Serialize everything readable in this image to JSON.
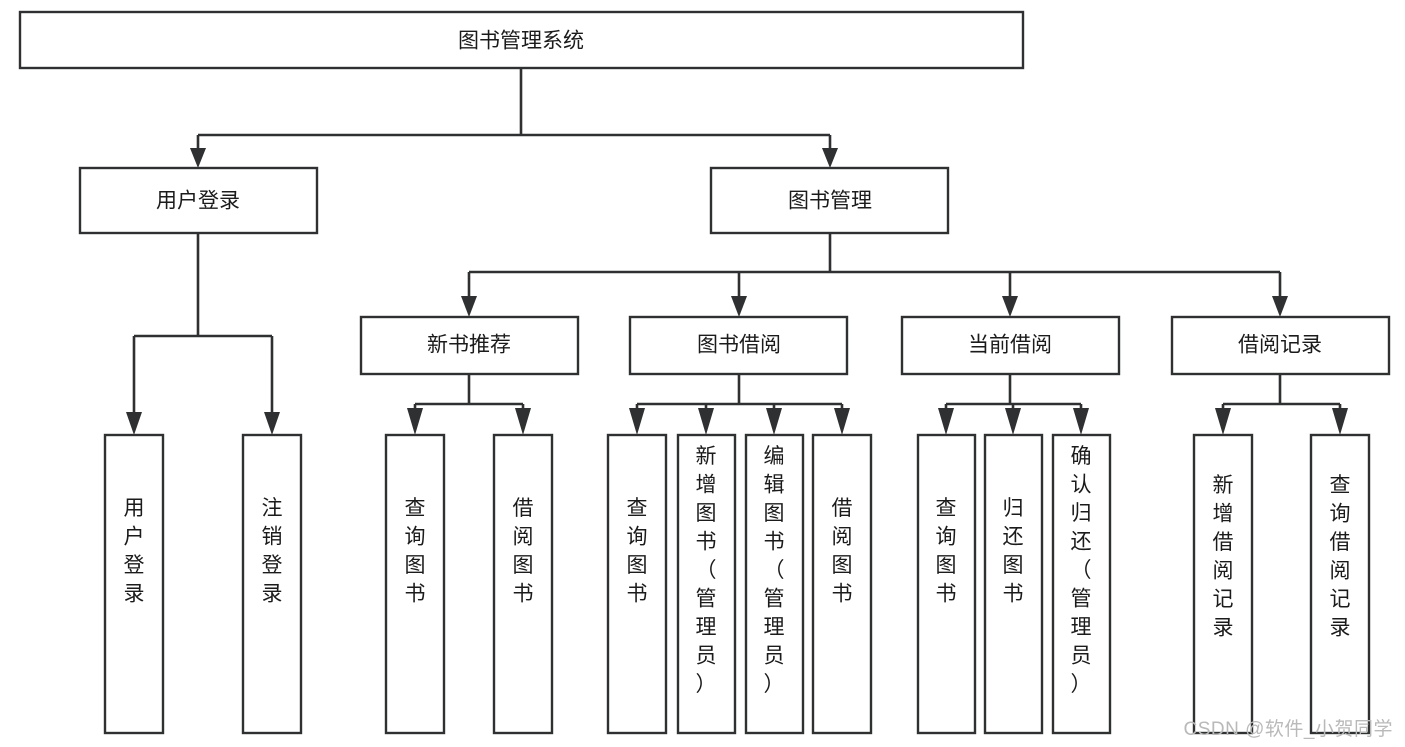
{
  "diagram": {
    "type": "tree-hierarchy",
    "title": "图书管理系统",
    "watermark": "CSDN @软件_小贺同学",
    "background_color": "#ffffff",
    "box_stroke_color": "#2f3031",
    "box_fill_color": "#ffffff",
    "text_color": "#1b1b1b",
    "nodes": {
      "root": {
        "label": "图书管理系统",
        "level": 0,
        "orientation": "horizontal"
      },
      "l1": [
        {
          "id": "user-login",
          "label": "用户登录",
          "level": 1,
          "orientation": "horizontal"
        },
        {
          "id": "book-manage",
          "label": "图书管理",
          "level": 1,
          "orientation": "horizontal"
        }
      ],
      "l2": [
        {
          "id": "new-book-recommend",
          "label": "新书推荐",
          "level": 2,
          "orientation": "horizontal",
          "parent": "book-manage"
        },
        {
          "id": "book-borrow",
          "label": "图书借阅",
          "level": 2,
          "orientation": "horizontal",
          "parent": "book-manage"
        },
        {
          "id": "current-borrow",
          "label": "当前借阅",
          "level": 2,
          "orientation": "horizontal",
          "parent": "book-manage"
        },
        {
          "id": "borrow-record",
          "label": "借阅记录",
          "level": 2,
          "orientation": "horizontal",
          "parent": "book-manage"
        }
      ],
      "leaves": [
        {
          "id": "leaf-user-login",
          "label": "用户登录",
          "parent": "user-login",
          "orientation": "vertical"
        },
        {
          "id": "leaf-user-logout",
          "label": "注销登录",
          "parent": "user-login",
          "orientation": "vertical"
        },
        {
          "id": "leaf-query-book-1",
          "label": "查询图书",
          "parent": "new-book-recommend",
          "orientation": "vertical"
        },
        {
          "id": "leaf-borrow-book-1",
          "label": "借阅图书",
          "parent": "new-book-recommend",
          "orientation": "vertical"
        },
        {
          "id": "leaf-query-book-2",
          "label": "查询图书",
          "parent": "book-borrow",
          "orientation": "vertical"
        },
        {
          "id": "leaf-add-book",
          "label": "新增图书（管理员）",
          "parent": "book-borrow",
          "orientation": "vertical"
        },
        {
          "id": "leaf-edit-book",
          "label": "编辑图书（管理员）",
          "parent": "book-borrow",
          "orientation": "vertical"
        },
        {
          "id": "leaf-borrow-book-2",
          "label": "借阅图书",
          "parent": "book-borrow",
          "orientation": "vertical"
        },
        {
          "id": "leaf-query-book-3",
          "label": "查询图书",
          "parent": "current-borrow",
          "orientation": "vertical"
        },
        {
          "id": "leaf-return-book",
          "label": "归还图书",
          "parent": "current-borrow",
          "orientation": "vertical"
        },
        {
          "id": "leaf-confirm-return",
          "label": "确认归还（管理员）",
          "parent": "current-borrow",
          "orientation": "vertical"
        },
        {
          "id": "leaf-add-record",
          "label": "新增借阅记录",
          "parent": "borrow-record",
          "orientation": "vertical"
        },
        {
          "id": "leaf-query-record",
          "label": "查询借阅记录",
          "parent": "borrow-record",
          "orientation": "vertical"
        }
      ]
    }
  }
}
